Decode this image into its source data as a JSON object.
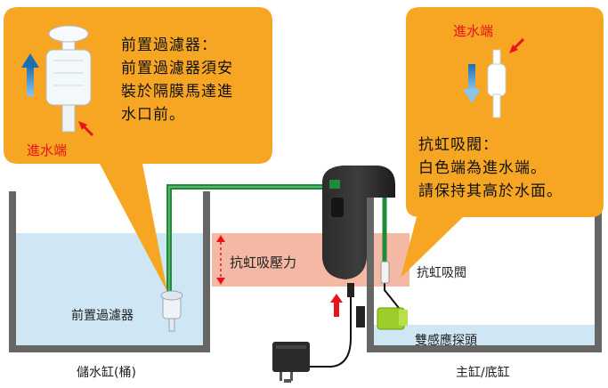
{
  "left_callout": {
    "title": "前置過濾器：",
    "body": "前置過濾器須安\n裝於隔膜馬達進\n水口前。",
    "inlet_label": "進水端"
  },
  "right_callout": {
    "inlet_label": "進水端",
    "title": "抗虹吸閥：",
    "body": "白色端為進水端。\n請保持其高於水面。"
  },
  "labels": {
    "siphon_pressure": "抗虹吸壓力",
    "prefilter": "前置過濾器",
    "check_valve": "抗虹吸閥",
    "dual_sensor": "雙感應探頭",
    "storage_tank": "儲水缸(桶)",
    "main_tank": "主缸/底缸"
  },
  "colors": {
    "callout_bg": "#f6a623",
    "water": "#cfe6f5",
    "tank_wall": "#666666",
    "tube_green": "#1e8a3a",
    "pressure_zone": "#f3b9a4",
    "arrow_red": "#e8141b",
    "arrow_blue": "#1a6fb5"
  }
}
